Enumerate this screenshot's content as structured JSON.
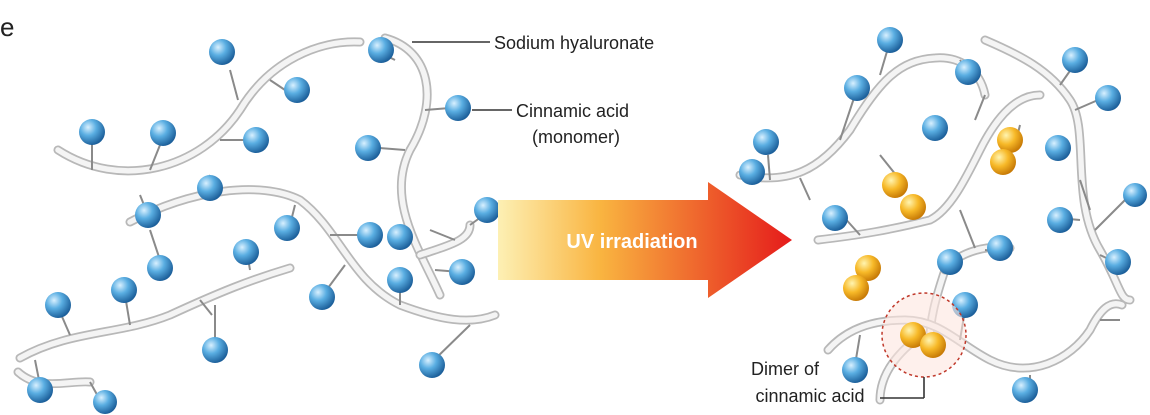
{
  "panel_letter": "e",
  "labels": {
    "polymer": "Sodium hyaluronate",
    "monomer_line1": "Cinnamic acid",
    "monomer_line2": "(monomer)",
    "arrow": "UV irradiation",
    "dimer_line1": "Dimer of",
    "dimer_line2": "cinnamic acid"
  },
  "colors": {
    "chain": "#b8b8b8",
    "chain_fill": "#f4f4f4",
    "monomer": "#3f8fca",
    "dimer": "#f2a91c",
    "arrow_start": "#fde9a2",
    "arrow_end": "#e51b1b",
    "dimer_ring": "#c0392b"
  }
}
